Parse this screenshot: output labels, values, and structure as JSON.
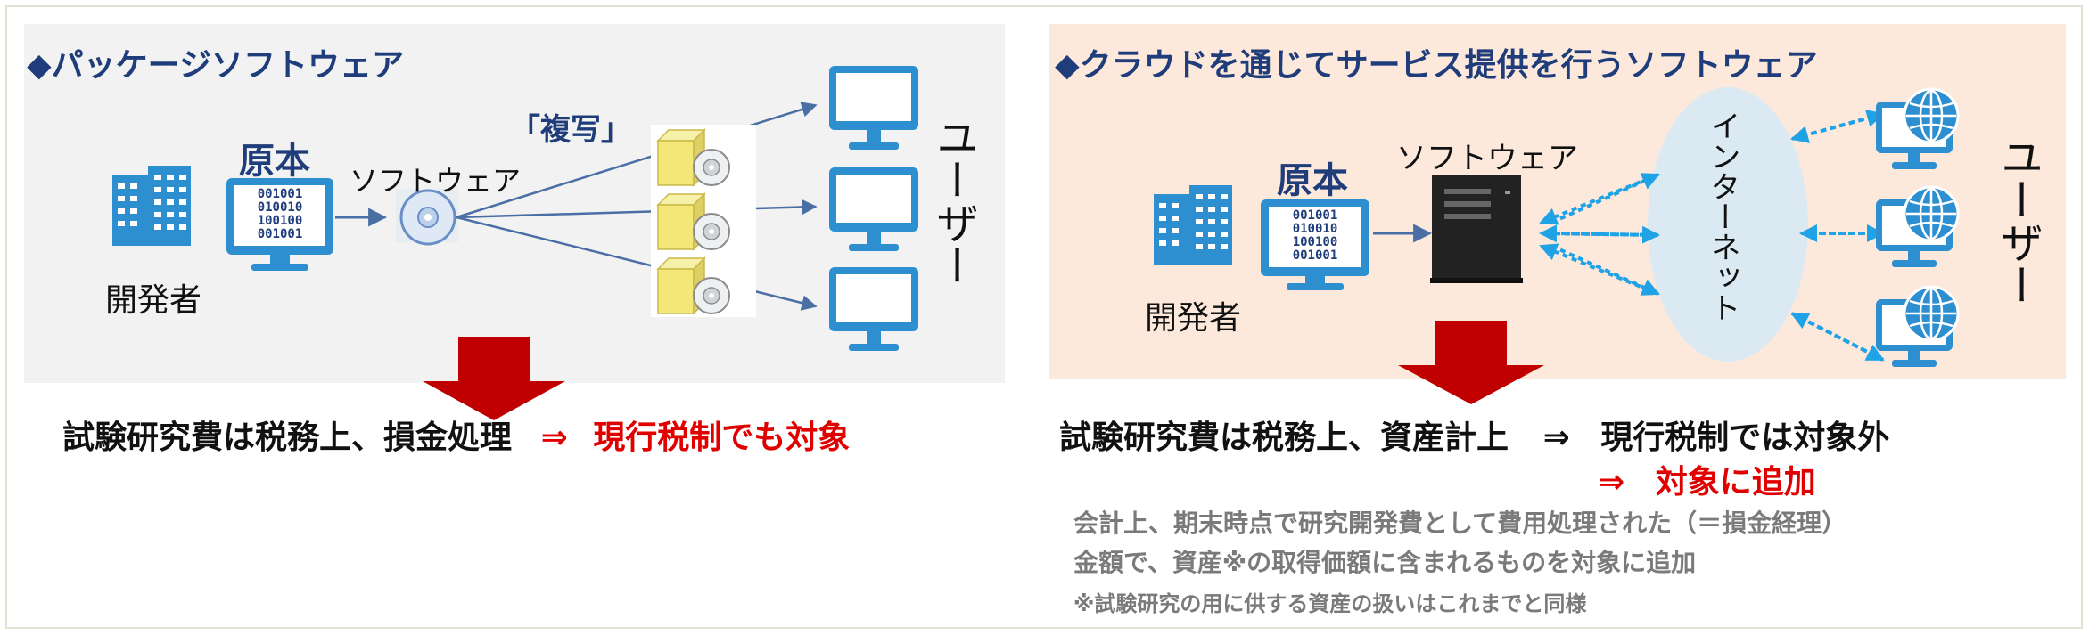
{
  "left": {
    "heading": "◆パッケージソフトウェア",
    "original_label": "原本",
    "software_label": "ソフトウェア",
    "copy_label": "「複写」",
    "developer_label": "開発者",
    "users_label": "ユーザー",
    "code_lines": [
      "001001",
      "010010",
      "100100",
      "001001"
    ],
    "statement_main": "試験研究費は税務上、損金処理",
    "statement_arrow": "⇒",
    "statement_result": "現行税制でも対象"
  },
  "right": {
    "heading": "◆クラウドを通じてサービス提供を行うソフトウェア",
    "original_label": "原本",
    "software_label": "ソフトウェア",
    "internet_label": "インターネット",
    "developer_label": "開発者",
    "users_label": "ユーザー",
    "code_lines": [
      "001001",
      "010010",
      "100100",
      "001001"
    ],
    "statement_main": "試験研究費は税務上、資産計上",
    "statement_arrow_1": "⇒",
    "statement_result_1": "現行税制では対象外",
    "statement_arrow_2": "⇒",
    "statement_result_2": "対象に追加",
    "note_1": "会計上、期末時点で研究開発費として費用処理された（＝損金経理）",
    "note_2": "金額で、資産※の取得価額に含まれるものを対象に追加",
    "note_3": "※試験研究の用に供する資産の扱いはこれまでと同様"
  },
  "colors": {
    "heading": "#1f3d7a",
    "icon_blue": "#2e8fd0",
    "red_arrow": "#c00000",
    "red_text": "#e00000",
    "dashed_arrow": "#1fa2e6",
    "internet_ellipse": "#dbeaf2"
  }
}
